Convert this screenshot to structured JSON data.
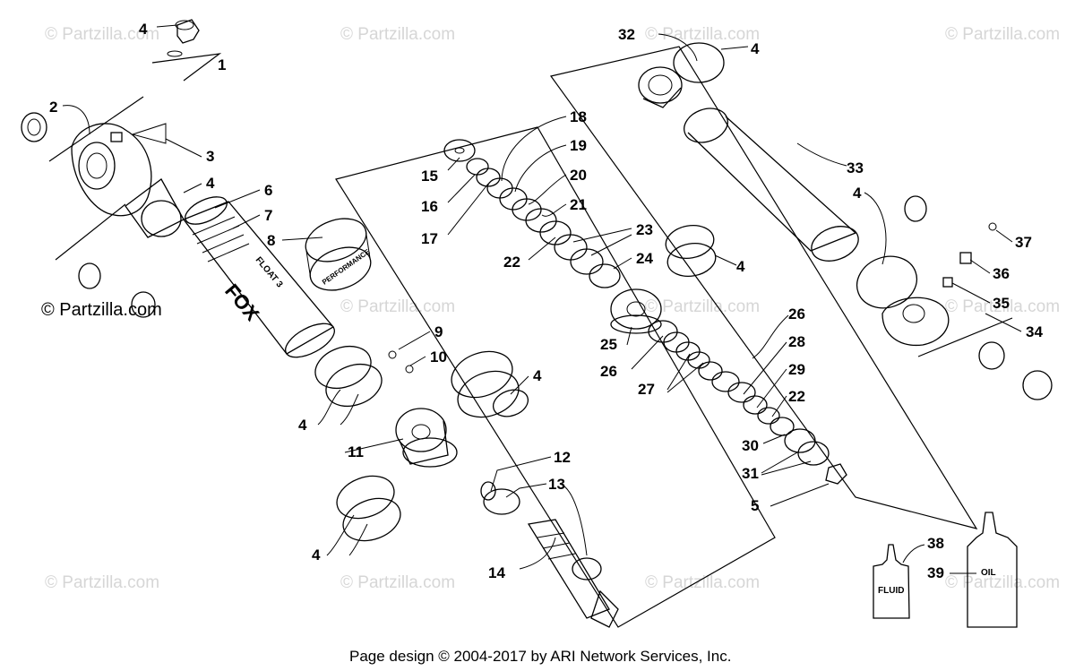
{
  "watermark": "© Partzilla.com",
  "copyright_mark": "© Partzilla.com",
  "footer": "Page design © 2004-2017 by ARI Network Services, Inc.",
  "shock_brand": "FOX",
  "shock_model": "FLOAT 3",
  "band_text": "PERFORMANCE",
  "bottle_labels": {
    "fluid": "FLUID",
    "oil": "OIL"
  },
  "callouts": [
    "1",
    "2",
    "3",
    "4",
    "5",
    "6",
    "7",
    "8",
    "9",
    "10",
    "11",
    "12",
    "13",
    "14",
    "15",
    "16",
    "17",
    "18",
    "19",
    "20",
    "21",
    "22",
    "23",
    "24",
    "25",
    "26",
    "27",
    "28",
    "29",
    "30",
    "31",
    "32",
    "33",
    "34",
    "35",
    "36",
    "37",
    "38",
    "39"
  ]
}
